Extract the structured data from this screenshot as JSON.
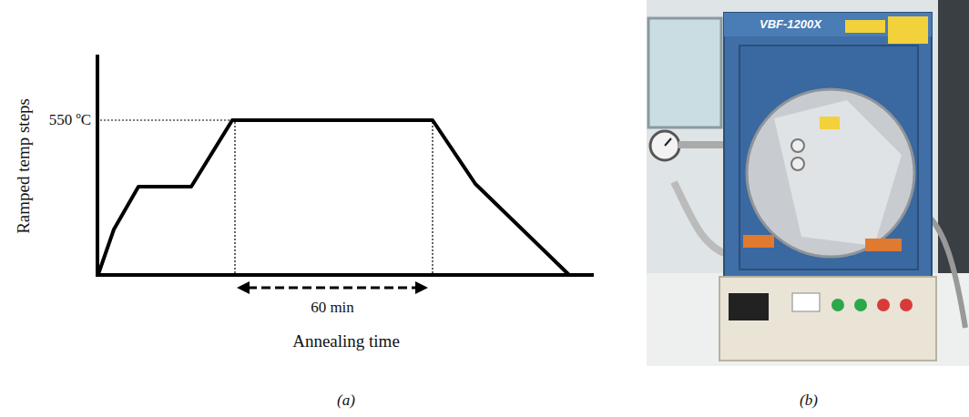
{
  "diagram": {
    "labels": [
      "Ramped temp steps",
      "550 ºC",
      "60 min",
      "Annealing time",
      "(a)",
      "VBF-1200X",
      "(b)"
    ]
  }
}
